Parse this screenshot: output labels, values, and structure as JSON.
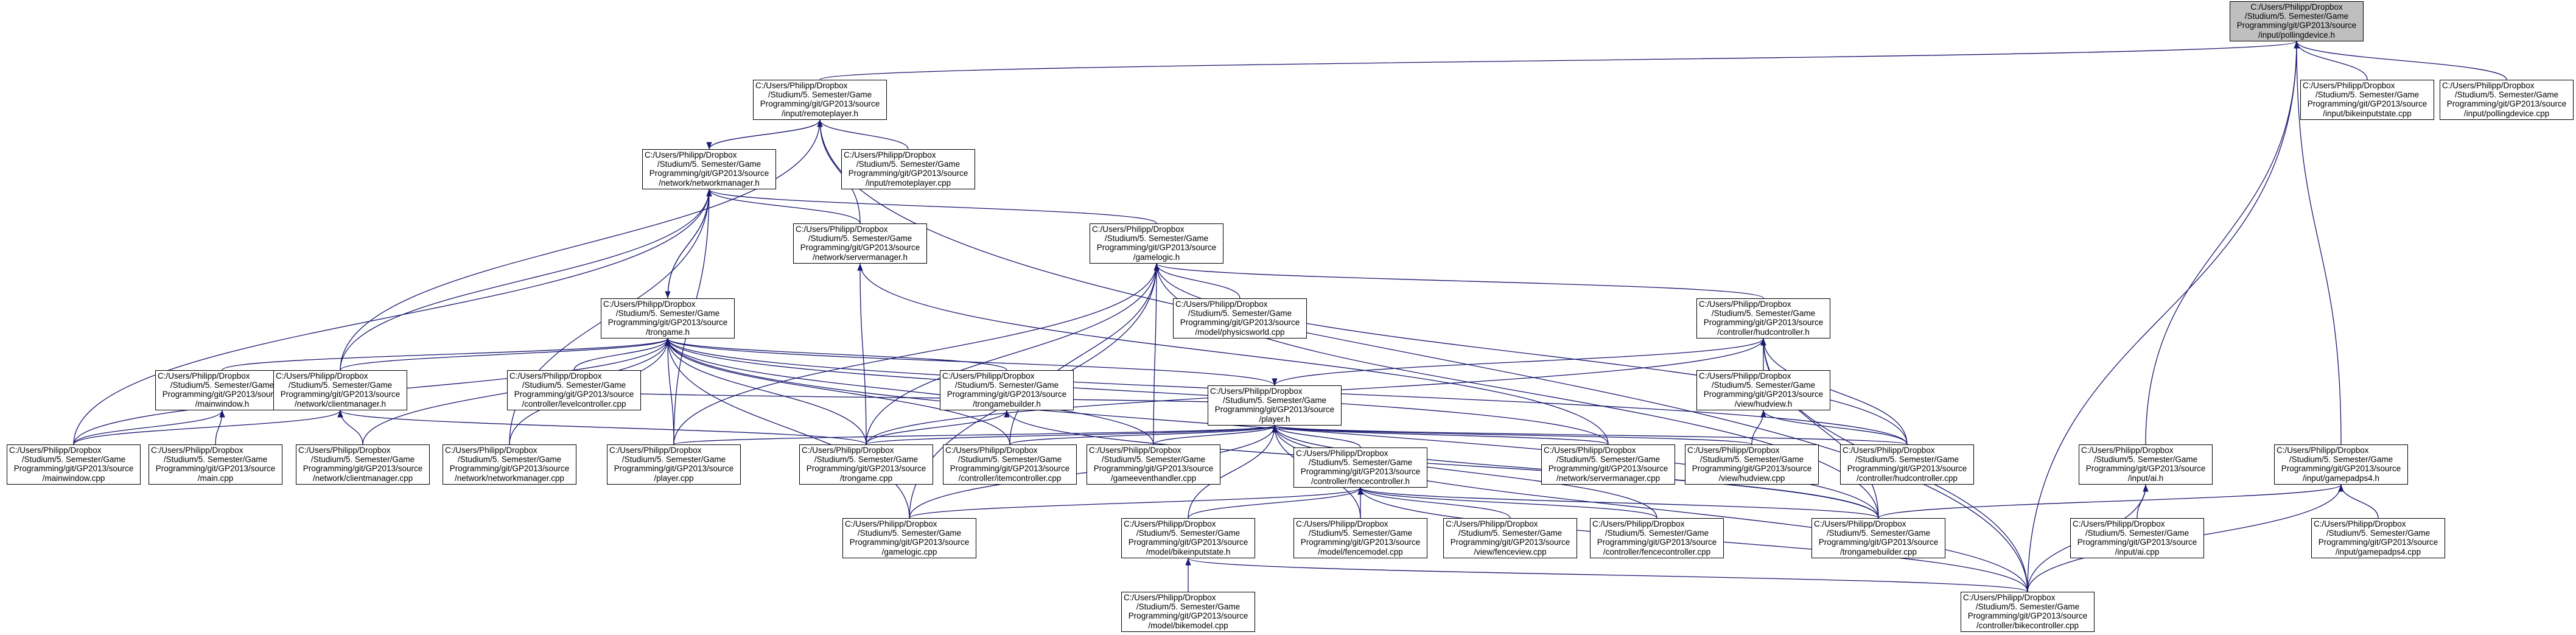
{
  "graph": {
    "nodes": [
      {
        "id": "pollingdevice_h",
        "lines": [
          "C:/Users/Philipp/Dropbox",
          "/Studium/5. Semester/Game",
          "Programming/git/GP2013/source",
          "/input/pollingdevice.h"
        ],
        "active": true
      },
      {
        "id": "remoteplayer_h",
        "lines": [
          "C:/Users/Philipp/Dropbox",
          "/Studium/5. Semester/Game",
          "Programming/git/GP2013/source",
          "/input/remoteplayer.h"
        ]
      },
      {
        "id": "bikeinputstate_cpp",
        "lines": [
          "C:/Users/Philipp/Dropbox",
          "/Studium/5. Semester/Game",
          "Programming/git/GP2013/source",
          "/input/bikeinputstate.cpp"
        ]
      },
      {
        "id": "pollingdevice_cpp",
        "lines": [
          "C:/Users/Philipp/Dropbox",
          "/Studium/5. Semester/Game",
          "Programming/git/GP2013/source",
          "/input/pollingdevice.cpp"
        ]
      },
      {
        "id": "networkmanager_h",
        "lines": [
          "C:/Users/Philipp/Dropbox",
          "/Studium/5. Semester/Game",
          "Programming/git/GP2013/source",
          "/network/networkmanager.h"
        ]
      },
      {
        "id": "remoteplayer_cpp",
        "lines": [
          "C:/Users/Philipp/Dropbox",
          "/Studium/5. Semester/Game",
          "Programming/git/GP2013/source",
          "/input/remoteplayer.cpp"
        ]
      },
      {
        "id": "servermanager_h",
        "lines": [
          "C:/Users/Philipp/Dropbox",
          "/Studium/5. Semester/Game",
          "Programming/git/GP2013/source",
          "/network/servermanager.h"
        ]
      },
      {
        "id": "gamelogic_h",
        "lines": [
          "C:/Users/Philipp/Dropbox",
          "/Studium/5. Semester/Game",
          "Programming/git/GP2013/source",
          "/gamelogic.h"
        ]
      },
      {
        "id": "physicsworld_cpp",
        "lines": [
          "C:/Users/Philipp/Dropbox",
          "/Studium/5. Semester/Game",
          "Programming/git/GP2013/source",
          "/model/physicsworld.cpp"
        ]
      },
      {
        "id": "trongame_h",
        "lines": [
          "C:/Users/Philipp/Dropbox",
          "/Studium/5. Semester/Game",
          "Programming/git/GP2013/source",
          "/trongame.h"
        ]
      },
      {
        "id": "hudcontroller_h",
        "lines": [
          "C:/Users/Philipp/Dropbox",
          "/Studium/5. Semester/Game",
          "Programming/git/GP2013/source",
          "/controller/hudcontroller.h"
        ]
      },
      {
        "id": "mainwindow_h",
        "lines": [
          "C:/Users/Philipp/Dropbox",
          "/Studium/5. Semester/Game",
          "Programming/git/GP2013/source",
          "/mainwindow.h"
        ]
      },
      {
        "id": "clientmanager_h",
        "lines": [
          "C:/Users/Philipp/Dropbox",
          "/Studium/5. Semester/Game",
          "Programming/git/GP2013/source",
          "/network/clientmanager.h"
        ]
      },
      {
        "id": "levelcontroller_cpp",
        "lines": [
          "C:/Users/Philipp/Dropbox",
          "/Studium/5. Semester/Game",
          "Programming/git/GP2013/source",
          "/controller/levelcontroller.cpp"
        ]
      },
      {
        "id": "trongamebuilder_h",
        "lines": [
          "C:/Users/Philipp/Dropbox",
          "/Studium/5. Semester/Game",
          "Programming/git/GP2013/source",
          "/trongamebuilder.h"
        ]
      },
      {
        "id": "player_h",
        "lines": [
          "C:/Users/Philipp/Dropbox",
          "/Studium/5. Semester/Game",
          "Programming/git/GP2013/source",
          "/player.h"
        ]
      },
      {
        "id": "hudview_h",
        "lines": [
          "C:/Users/Philipp/Dropbox",
          "/Studium/5. Semester/Game",
          "Programming/git/GP2013/source",
          "/view/hudview.h"
        ]
      },
      {
        "id": "mainwindow_cpp",
        "lines": [
          "C:/Users/Philipp/Dropbox",
          "/Studium/5. Semester/Game",
          "Programming/git/GP2013/source",
          "/mainwindow.cpp"
        ]
      },
      {
        "id": "main_cpp",
        "lines": [
          "C:/Users/Philipp/Dropbox",
          "/Studium/5. Semester/Game",
          "Programming/git/GP2013/source",
          "/main.cpp"
        ]
      },
      {
        "id": "clientmanager_cpp",
        "lines": [
          "C:/Users/Philipp/Dropbox",
          "/Studium/5. Semester/Game",
          "Programming/git/GP2013/source",
          "/network/clientmanager.cpp"
        ]
      },
      {
        "id": "networkmanager_cpp",
        "lines": [
          "C:/Users/Philipp/Dropbox",
          "/Studium/5. Semester/Game",
          "Programming/git/GP2013/source",
          "/network/networkmanager.cpp"
        ]
      },
      {
        "id": "player_cpp",
        "lines": [
          "C:/Users/Philipp/Dropbox",
          "/Studium/5. Semester/Game",
          "Programming/git/GP2013/source",
          "/player.cpp"
        ]
      },
      {
        "id": "trongame_cpp",
        "lines": [
          "C:/Users/Philipp/Dropbox",
          "/Studium/5. Semester/Game",
          "Programming/git/GP2013/source",
          "/trongame.cpp"
        ]
      },
      {
        "id": "itemcontroller_cpp",
        "lines": [
          "C:/Users/Philipp/Dropbox",
          "/Studium/5. Semester/Game",
          "Programming/git/GP2013/source",
          "/controller/itemcontroller.cpp"
        ]
      },
      {
        "id": "gameeventhandler_cpp",
        "lines": [
          "C:/Users/Philipp/Dropbox",
          "/Studium/5. Semester/Game",
          "Programming/git/GP2013/source",
          "/gameeventhandler.cpp"
        ]
      },
      {
        "id": "fencecontroller_h",
        "lines": [
          "C:/Users/Philipp/Dropbox",
          "/Studium/5. Semester/Game",
          "Programming/git/GP2013/source",
          "/controller/fencecontroller.h"
        ]
      },
      {
        "id": "servermanager_cpp",
        "lines": [
          "C:/Users/Philipp/Dropbox",
          "/Studium/5. Semester/Game",
          "Programming/git/GP2013/source",
          "/network/servermanager.cpp"
        ]
      },
      {
        "id": "hudview_cpp",
        "lines": [
          "C:/Users/Philipp/Dropbox",
          "/Studium/5. Semester/Game",
          "Programming/git/GP2013/source",
          "/view/hudview.cpp"
        ]
      },
      {
        "id": "hudcontroller_cpp",
        "lines": [
          "C:/Users/Philipp/Dropbox",
          "/Studium/5. Semester/Game",
          "Programming/git/GP2013/source",
          "/controller/hudcontroller.cpp"
        ]
      },
      {
        "id": "ai_h",
        "lines": [
          "C:/Users/Philipp/Dropbox",
          "/Studium/5. Semester/Game",
          "Programming/git/GP2013/source",
          "/input/ai.h"
        ]
      },
      {
        "id": "gamepadps4_h",
        "lines": [
          "C:/Users/Philipp/Dropbox",
          "/Studium/5. Semester/Game",
          "Programming/git/GP2013/source",
          "/input/gamepadps4.h"
        ]
      },
      {
        "id": "gamelogic_cpp",
        "lines": [
          "C:/Users/Philipp/Dropbox",
          "/Studium/5. Semester/Game",
          "Programming/git/GP2013/source",
          "/gamelogic.cpp"
        ]
      },
      {
        "id": "bikeinputstate_h",
        "lines": [
          "C:/Users/Philipp/Dropbox",
          "/Studium/5. Semester/Game",
          "Programming/git/GP2013/source",
          "/model/bikeinputstate.h"
        ]
      },
      {
        "id": "fencemodel_cpp",
        "lines": [
          "C:/Users/Philipp/Dropbox",
          "/Studium/5. Semester/Game",
          "Programming/git/GP2013/source",
          "/model/fencemodel.cpp"
        ]
      },
      {
        "id": "fenceview_cpp",
        "lines": [
          "C:/Users/Philipp/Dropbox",
          "/Studium/5. Semester/Game",
          "Programming/git/GP2013/source",
          "/view/fenceview.cpp"
        ]
      },
      {
        "id": "fencecontroller_cpp",
        "lines": [
          "C:/Users/Philipp/Dropbox",
          "/Studium/5. Semester/Game",
          "Programming/git/GP2013/source",
          "/controller/fencecontroller.cpp"
        ]
      },
      {
        "id": "trongamebuilder_cpp",
        "lines": [
          "C:/Users/Philipp/Dropbox",
          "/Studium/5. Semester/Game",
          "Programming/git/GP2013/source",
          "/trongamebuilder.cpp"
        ]
      },
      {
        "id": "ai_cpp",
        "lines": [
          "C:/Users/Philipp/Dropbox",
          "/Studium/5. Semester/Game",
          "Programming/git/GP2013/source",
          "/input/ai.cpp"
        ]
      },
      {
        "id": "gamepadps4_cpp",
        "lines": [
          "C:/Users/Philipp/Dropbox",
          "/Studium/5. Semester/Game",
          "Programming/git/GP2013/source",
          "/input/gamepadps4.cpp"
        ]
      },
      {
        "id": "bikemodel_cpp",
        "lines": [
          "C:/Users/Philipp/Dropbox",
          "/Studium/5. Semester/Game",
          "Programming/git/GP2013/source",
          "/model/bikemodel.cpp"
        ]
      },
      {
        "id": "bikecontroller_cpp",
        "lines": [
          "C:/Users/Philipp/Dropbox",
          "/Studium/5. Semester/Game",
          "Programming/git/GP2013/source",
          "/controller/bikecontroller.cpp"
        ]
      }
    ],
    "edges": [
      [
        "remoteplayer_h",
        "pollingdevice_h"
      ],
      [
        "bikeinputstate_cpp",
        "pollingdevice_h"
      ],
      [
        "pollingdevice_cpp",
        "pollingdevice_h"
      ],
      [
        "ai_h",
        "pollingdevice_h"
      ],
      [
        "gamepadps4_h",
        "pollingdevice_h"
      ],
      [
        "bikecontroller_cpp",
        "pollingdevice_h"
      ],
      [
        "networkmanager_h",
        "remoteplayer_h"
      ],
      [
        "remoteplayer_cpp",
        "remoteplayer_h"
      ],
      [
        "servermanager_h",
        "remoteplayer_h"
      ],
      [
        "clientmanager_h",
        "remoteplayer_h"
      ],
      [
        "bikecontroller_cpp",
        "remoteplayer_h"
      ],
      [
        "remoteplayer_h",
        "networkmanager_h"
      ],
      [
        "servermanager_h",
        "networkmanager_h"
      ],
      [
        "trongame_h",
        "networkmanager_h"
      ],
      [
        "gamelogic_h",
        "networkmanager_h"
      ],
      [
        "clientmanager_h",
        "networkmanager_h"
      ],
      [
        "mainwindow_cpp",
        "networkmanager_h"
      ],
      [
        "networkmanager_cpp",
        "networkmanager_h"
      ],
      [
        "player_cpp",
        "networkmanager_h"
      ],
      [
        "networkmanager_h",
        "trongame_h"
      ],
      [
        "trongame_cpp",
        "servermanager_h"
      ],
      [
        "servermanager_cpp",
        "servermanager_h"
      ],
      [
        "physicsworld_cpp",
        "gamelogic_h"
      ],
      [
        "trongame_cpp",
        "gamelogic_h"
      ],
      [
        "gamelogic_cpp",
        "gamelogic_h"
      ],
      [
        "itemcontroller_cpp",
        "gamelogic_h"
      ],
      [
        "gameeventhandler_cpp",
        "gamelogic_h"
      ],
      [
        "hudcontroller_h",
        "gamelogic_h"
      ],
      [
        "hudcontroller_cpp",
        "gamelogic_h"
      ],
      [
        "trongamebuilder_cpp",
        "gamelogic_h"
      ],
      [
        "player_cpp",
        "gamelogic_h"
      ],
      [
        "mainwindow_h",
        "trongame_h"
      ],
      [
        "clientmanager_h",
        "trongame_h"
      ],
      [
        "levelcontroller_cpp",
        "trongame_h"
      ],
      [
        "trongamebuilder_h",
        "trongame_h"
      ],
      [
        "player_h",
        "trongame_h"
      ],
      [
        "mainwindow_cpp",
        "trongame_h"
      ],
      [
        "clientmanager_cpp",
        "trongame_h"
      ],
      [
        "networkmanager_cpp",
        "trongame_h"
      ],
      [
        "player_cpp",
        "trongame_h"
      ],
      [
        "trongame_cpp",
        "trongame_h"
      ],
      [
        "itemcontroller_cpp",
        "trongame_h"
      ],
      [
        "gameeventhandler_cpp",
        "trongame_h"
      ],
      [
        "gamelogic_cpp",
        "trongame_h"
      ],
      [
        "servermanager_cpp",
        "trongame_h"
      ],
      [
        "trongamebuilder_cpp",
        "trongame_h"
      ],
      [
        "hudcontroller_cpp",
        "trongame_h"
      ],
      [
        "mainwindow_cpp",
        "mainwindow_h"
      ],
      [
        "main_cpp",
        "mainwindow_h"
      ],
      [
        "mainwindow_cpp",
        "clientmanager_h"
      ],
      [
        "clientmanager_cpp",
        "clientmanager_h"
      ],
      [
        "trongame_cpp",
        "clientmanager_h"
      ],
      [
        "trongame_cpp",
        "trongamebuilder_h"
      ],
      [
        "trongamebuilder_cpp",
        "trongamebuilder_h"
      ],
      [
        "levelcontroller_cpp",
        "player_h"
      ],
      [
        "player_cpp",
        "player_h"
      ],
      [
        "trongame_cpp",
        "player_h"
      ],
      [
        "itemcontroller_cpp",
        "player_h"
      ],
      [
        "gameeventhandler_cpp",
        "player_h"
      ],
      [
        "gamelogic_cpp",
        "player_h"
      ],
      [
        "fencecontroller_h",
        "player_h"
      ],
      [
        "servermanager_cpp",
        "player_h"
      ],
      [
        "hudview_cpp",
        "player_h"
      ],
      [
        "hudcontroller_cpp",
        "player_h"
      ],
      [
        "bikeinputstate_h",
        "player_h"
      ],
      [
        "fencemodel_cpp",
        "player_h"
      ],
      [
        "fencecontroller_cpp",
        "player_h"
      ],
      [
        "trongamebuilder_cpp",
        "player_h"
      ],
      [
        "bikecontroller_cpp",
        "player_h"
      ],
      [
        "hudcontroller_h",
        "player_h"
      ],
      [
        "hudview_h",
        "hudcontroller_h"
      ],
      [
        "hudcontroller_cpp",
        "hudcontroller_h"
      ],
      [
        "trongamebuilder_cpp",
        "hudcontroller_h"
      ],
      [
        "bikecontroller_cpp",
        "hudcontroller_h"
      ],
      [
        "trongame_cpp",
        "hudcontroller_h"
      ],
      [
        "hudview_cpp",
        "hudview_h"
      ],
      [
        "hudcontroller_cpp",
        "hudview_h"
      ],
      [
        "gamelogic_cpp",
        "fencecontroller_h"
      ],
      [
        "bikeinputstate_h",
        "fencecontroller_h"
      ],
      [
        "fencemodel_cpp",
        "fencecontroller_h"
      ],
      [
        "fenceview_cpp",
        "fencecontroller_h"
      ],
      [
        "fencecontroller_cpp",
        "fencecontroller_h"
      ],
      [
        "trongamebuilder_cpp",
        "fencecontroller_h"
      ],
      [
        "bikecontroller_cpp",
        "fencecontroller_h"
      ],
      [
        "bikemodel_cpp",
        "bikeinputstate_h"
      ],
      [
        "bikecontroller_cpp",
        "bikeinputstate_h"
      ],
      [
        "ai_cpp",
        "ai_h"
      ],
      [
        "bikecontroller_cpp",
        "ai_h"
      ],
      [
        "gamepadps4_cpp",
        "gamepadps4_h"
      ],
      [
        "trongamebuilder_cpp",
        "gamepadps4_h"
      ],
      [
        "bikecontroller_cpp",
        "gamepadps4_h"
      ]
    ]
  }
}
